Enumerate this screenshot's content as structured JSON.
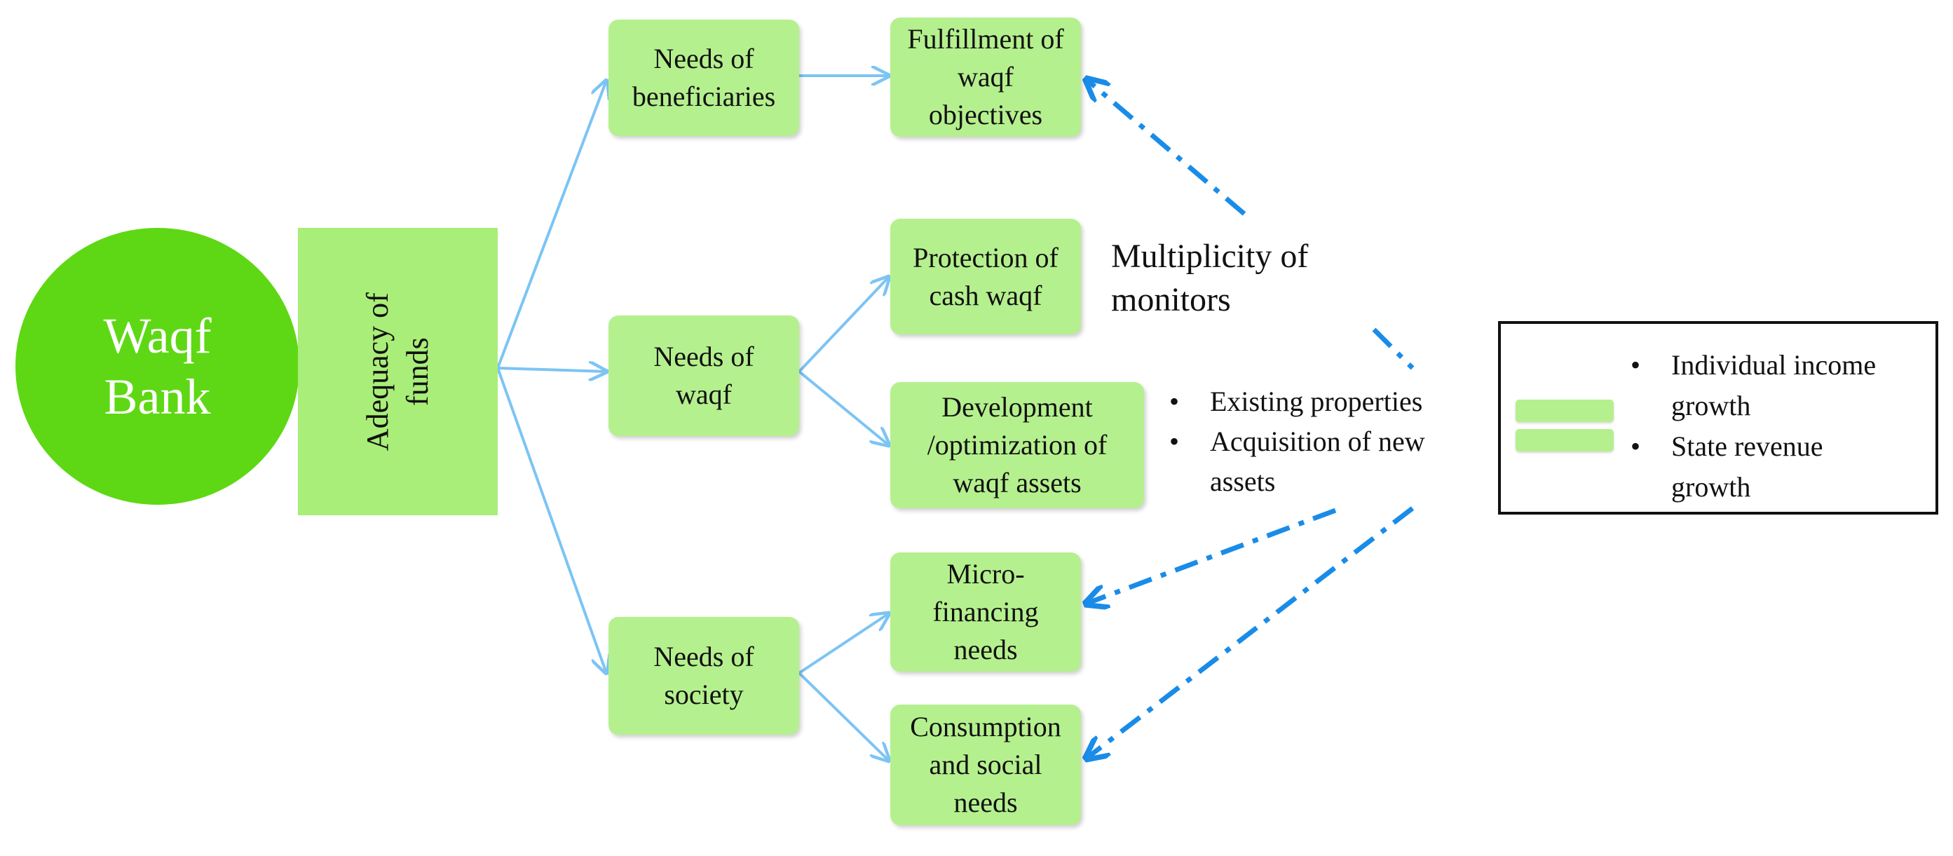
{
  "root": {
    "line1": "Waqf",
    "line2": "Bank"
  },
  "adequacy": {
    "line1": "Adequacy of",
    "line2": "funds"
  },
  "needs": {
    "beneficiaries": [
      "Needs of",
      "beneficiaries"
    ],
    "waqf": [
      "Needs of",
      "waqf"
    ],
    "society": [
      "Needs of",
      "society"
    ]
  },
  "outcomes": {
    "fulfillment": [
      "Fulfillment of",
      "waqf",
      "objectives"
    ],
    "protection": [
      "Protection of",
      "cash waqf"
    ],
    "development": [
      "Development",
      "/optimization of",
      "waqf assets"
    ],
    "microfinancing": [
      "Micro-",
      "financing",
      "needs"
    ],
    "consumption": [
      "Consumption",
      "and social",
      "needs"
    ]
  },
  "monitors": {
    "line1": "Multiplicity of",
    "line2": "monitors"
  },
  "assets_list": [
    [
      "Existing properties"
    ],
    [
      "Acquisition of new",
      "assets"
    ]
  ],
  "legend": {
    "items": [
      [
        "Individual income",
        "growth"
      ],
      [
        "State revenue",
        "growth"
      ]
    ]
  },
  "colors": {
    "circle_fill": "#5ed814",
    "box_fill": "#b5f08e",
    "solid_arrow": "#7cc4f4",
    "dashed_arrow": "#1a8ce8"
  }
}
